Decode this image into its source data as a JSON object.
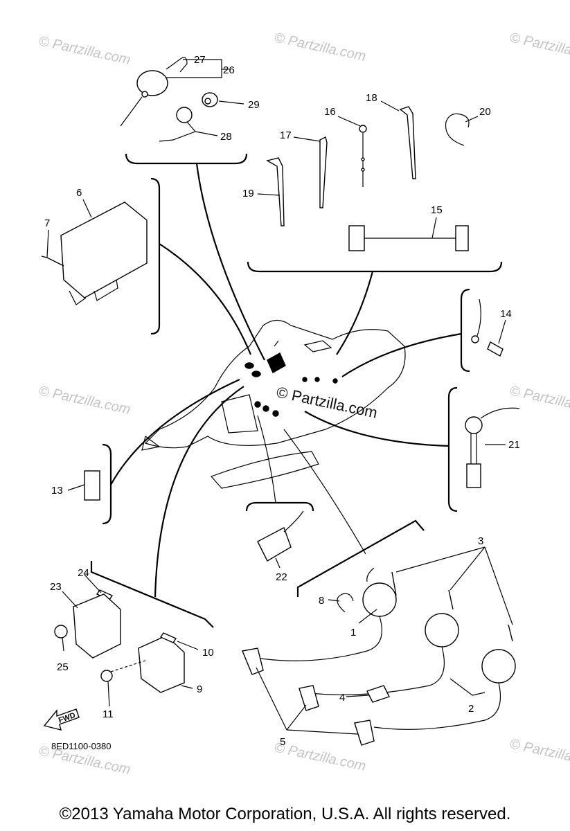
{
  "diagram": {
    "callouts": [
      "1",
      "2",
      "3",
      "4",
      "5",
      "6",
      "7",
      "8",
      "9",
      "10",
      "11",
      "13",
      "14",
      "15",
      "16",
      "17",
      "18",
      "19",
      "20",
      "21",
      "22",
      "23",
      "24",
      "25",
      "26",
      "27",
      "28",
      "29"
    ],
    "diagram_code": "8ED1100-0380",
    "fwd_label": "FWD",
    "watermark": "© Partzilla.com",
    "watermark_main": "© Partzilla.com"
  },
  "footer": {
    "copyright": "©2013  Yamaha Motor Corporation, U.S.A. All rights reserved."
  }
}
